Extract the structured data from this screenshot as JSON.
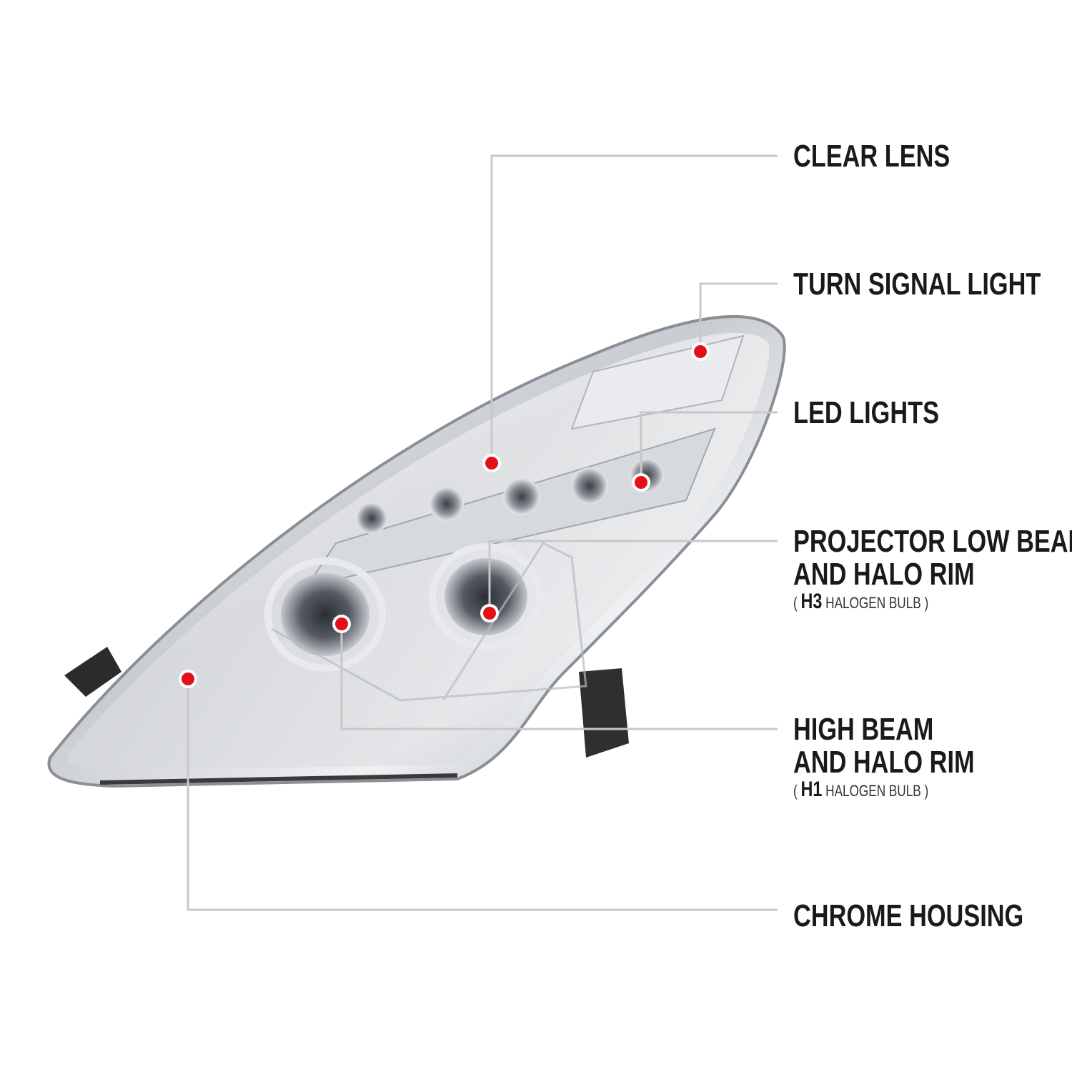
{
  "colors": {
    "background": "#ffffff",
    "callout_line": "#c8c8c8",
    "marker_dot": "#e3101a",
    "label_text": "#1a1a1a",
    "chrome": "#bfc3c8"
  },
  "callouts": {
    "clear_lens": {
      "lines": [
        "CLEAR LENS"
      ]
    },
    "turn_signal": {
      "lines": [
        "TURN SIGNAL LIGHT"
      ]
    },
    "led_lights": {
      "lines": [
        "LED LIGHTS"
      ]
    },
    "projector_low_beam": {
      "lines": [
        "PROJECTOR LOW BEAM",
        "AND HALO RIM"
      ],
      "note_open": "( ",
      "bulb_code": "H3",
      "bulb_type": " HALOGEN BULB )"
    },
    "high_beam": {
      "lines": [
        "HIGH BEAM",
        "AND HALO RIM"
      ],
      "note_open": "( ",
      "bulb_code": "H1",
      "bulb_type": " HALOGEN BULB )"
    },
    "chrome_housing": {
      "lines": [
        "CHROME HOUSING"
      ]
    }
  }
}
